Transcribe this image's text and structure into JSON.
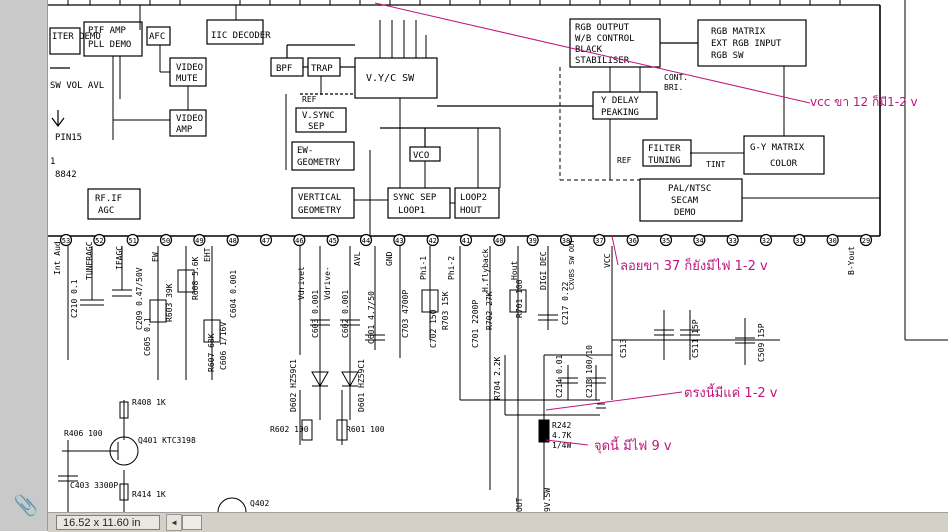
{
  "status": {
    "page_size": "16.52 x 11.60 in"
  },
  "annotations": {
    "vcc_pin12": "vcc ขา 12 ก็มี1-2 v",
    "pin37": "ลอยขา 37 ก็ยังมีไฟ 1-2 v",
    "here": "ตรงนี้มีแค่ 1-2 v",
    "point9v": "จุดนี้ มีไฟ  9 v"
  },
  "blocks": {
    "iter_demo": "ITER DEMO",
    "pif_amp": "PIF AMP",
    "pll_demo": "PLL DEMO",
    "afc": "AFC",
    "iic": "IIC DECODER",
    "rgb_out_1": "RGB OUTPUT",
    "rgb_out_2": "W/B CONTROL",
    "rgb_out_3": "BLACK",
    "rgb_out_4": "STABILISER",
    "rgb_matrix_1": "RGB MATRIX",
    "rgb_matrix_2": "EXT RGB INPUT",
    "rgb_matrix_3": "RGB SW",
    "video_mute_1": "VIDEO",
    "video_mute_2": "MUTE",
    "video_amp_1": "VIDEO",
    "video_amp_2": "AMP",
    "bpf": "BPF",
    "trap": "TRAP",
    "vyc_sw": "V.Y/C SW",
    "ref1": "REF",
    "cont_bri_1": "CONT.",
    "cont_bri_2": "BRI.",
    "y_delay_1": "Y DELAY",
    "y_delay_2": "PEAKING",
    "v_sync_1": "V.SYNC",
    "v_sync_2": "SEP",
    "ew_1": "EW-",
    "ew_2": "GEOMETRY",
    "vco": "VCO",
    "filter_1": "FILTER",
    "filter_2": "TUNING",
    "ref2": "REF",
    "tint": "TINT",
    "gy_1": "G-Y MATRIX",
    "gy_2": "COLOR",
    "rf_if_1": "RF.IF",
    "rf_if_2": "AGC",
    "vert_1": "VERTICAL",
    "vert_2": "GEOMETRY",
    "sync_sep_1": "SYNC SEP",
    "sync_sep_2": "LOOP1",
    "loop2_1": "LOOP2",
    "loop2_2": "HOUT",
    "pal_1": "PAL/NTSC",
    "pal_2": "SECAM",
    "pal_3": "DEMO",
    "sw_vol": "SW VOL AVL",
    "pin15": "PIN15",
    "ic_num": "8842",
    "ic_num_prefix": "1"
  },
  "pins": [
    "53",
    "52",
    "51",
    "50",
    "49",
    "48",
    "47",
    "46",
    "45",
    "44",
    "43",
    "42",
    "41",
    "40",
    "39",
    "38",
    "37",
    "36",
    "35",
    "34",
    "33",
    "32",
    "31",
    "30",
    "29"
  ],
  "pin_labels": [
    "Int Aud",
    "TUNERAGC",
    "IFAGC",
    "EW",
    "EHT",
    "Vdrivet",
    "Vdrive-",
    "AVL",
    "GND",
    "Phi-1",
    "Phi-2",
    "H.flyback",
    "Hout",
    "DIGI DEC",
    "CXVBS SW OUT",
    "VCC",
    "B-Yout"
  ],
  "components": {
    "c210": "C210 0.1",
    "c209": "C209 0.47/50V",
    "r603": "R603 39K",
    "c605": "C605 0.1",
    "r608": "R608 5.6K",
    "r607": "R607 68K",
    "c604": "C604 0.001",
    "c606": "C606 1/16V",
    "c603": "C603 0.001",
    "c602": "C602 0.001",
    "c601": "C601 4.7/50",
    "c703": "C703 4700P",
    "r703": "R703 15K",
    "c702": "C702 150",
    "r702": "R702 27K",
    "c701": "C701 2200P",
    "r701": "R701 100",
    "c217": "C217 0.22",
    "r704": "R704 2.2K",
    "c214": "C214 0.01",
    "c213": "C213 100/10",
    "c513": "C513",
    "c511": "C511 15P",
    "c509": "C509 15P",
    "d602": "D602 HZ59C1",
    "d601": "D601 HZ59C1",
    "r602": "R602 100",
    "r601": "R601 100",
    "r408": "R408 1K",
    "r406": "R406 100",
    "q401": "Q401 KTC3198",
    "r414": "R414 1K",
    "c403": "C403 3300P",
    "q402": "Q402",
    "r242_1": "R242",
    "r242_2": "4.7K",
    "r242_3": "1/4W",
    "bysw": "9V.SW",
    "out": "OUT"
  }
}
